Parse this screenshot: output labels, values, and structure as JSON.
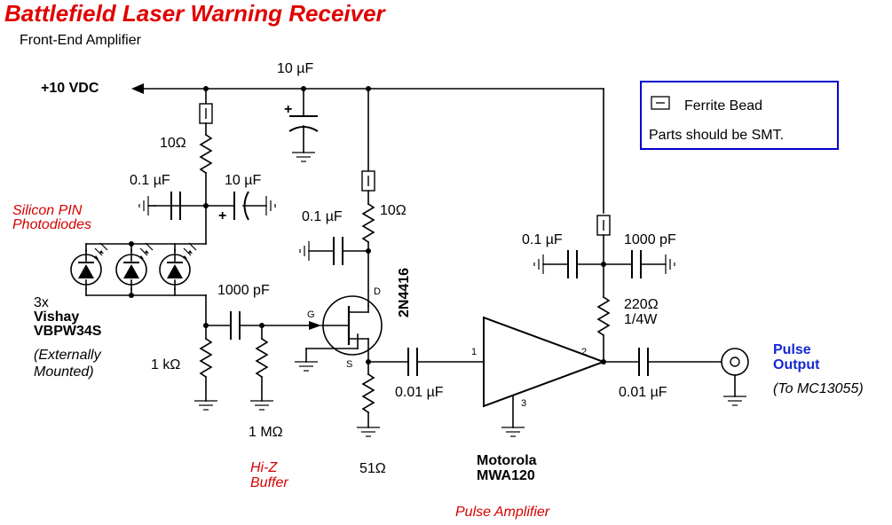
{
  "title": "Battlefield Laser Warning Receiver",
  "subtitle": "Front-End Amplifier",
  "supply_label": "+10 VDC",
  "legend": {
    "bead_label": "Ferrite Bead",
    "note": "Parts should be SMT."
  },
  "components": {
    "c_supply_bulk": "10 µF",
    "r_pin_supply": "10Ω",
    "c_pin_decoupling": "0.1 µF",
    "c_pin_bulk": "10 µF",
    "c_drain_decoupling": "0.1 µF",
    "r_drain": "10Ω",
    "fet": "2N4416",
    "c_coupling_gate": "1000 pF",
    "r_load": "1 kΩ",
    "r_gate": "1 MΩ",
    "r_source": "51Ω",
    "c_coupling_amp_in": "0.01 µF",
    "amp_pin_in": "1",
    "amp_pin_out": "2",
    "amp_pin_gnd": "3",
    "c_amp_decoupling": "0.1 µF",
    "c_amp_hf": "1000 pF",
    "r_amp_bias": "220Ω",
    "r_amp_bias_rating": "1/4W",
    "c_coupling_out": "0.01 µF",
    "fet_pin_d": "D",
    "fet_pin_g": "G",
    "fet_pin_s": "S",
    "cap_polarity": "+"
  },
  "annotations": {
    "photodiodes_line1": "Silicon PIN",
    "photodiodes_line2": "Photodiodes",
    "diode_qty": "3x",
    "diode_part_line1": "Vishay",
    "diode_part_line2": "VBPW34S",
    "diode_mount_line1": "(Externally",
    "diode_mount_line2": "Mounted)",
    "buffer_line1": "Hi-Z",
    "buffer_line2": "Buffer",
    "amp_maker": "Motorola",
    "amp_part": "MWA120",
    "amp_role": "Pulse Amplifier",
    "output_line1": "Pulse",
    "output_line2": "Output",
    "output_dest": "(To MC13055)"
  },
  "colors": {
    "title": "#e00000",
    "annotation_red": "#d40000",
    "output_blue": "#1428d4",
    "legend_border": "#0000cc"
  }
}
